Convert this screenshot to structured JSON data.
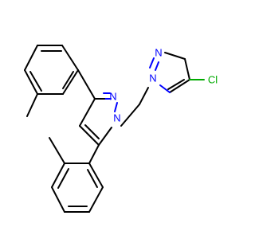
{
  "molecule": {
    "atoms": {
      "n_pyrazole_a": "N",
      "n_pyrazole_b": "N",
      "n_chloropyrazole_a": "N",
      "n_chloropyrazole_b": "N",
      "chlorine": "Cl"
    },
    "colors": {
      "bond": "#000000",
      "nitrogen": "#0000ff",
      "chlorine": "#00aa00"
    }
  }
}
